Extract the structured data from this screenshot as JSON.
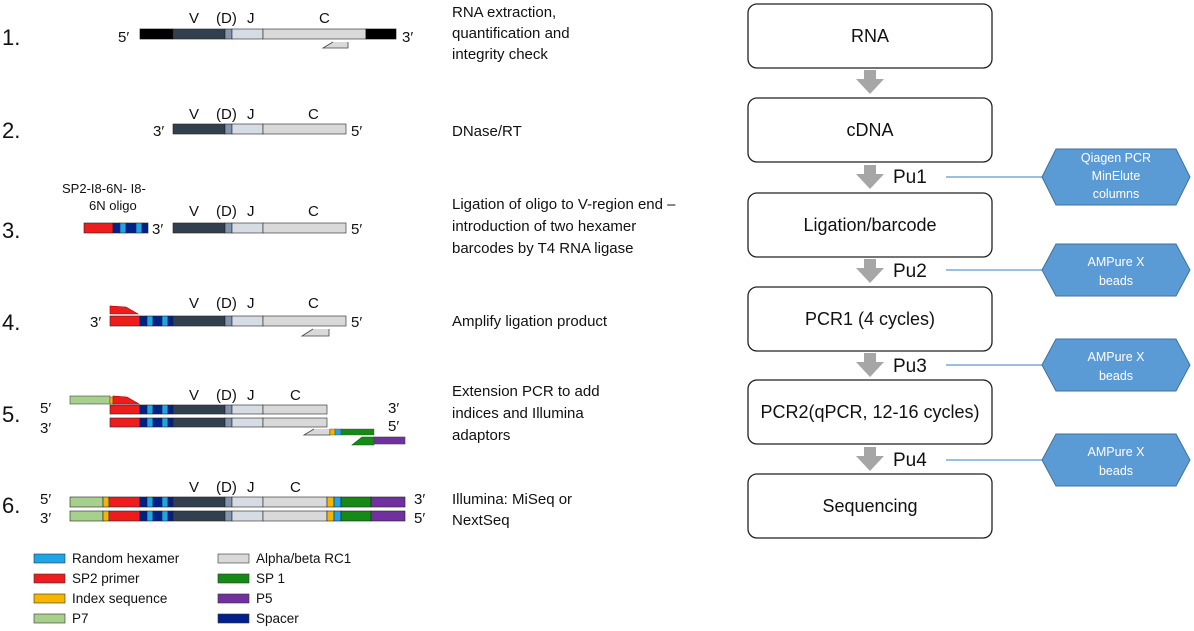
{
  "steps": [
    {
      "num": "1.",
      "desc": [
        "RNA extraction,",
        "quantification and",
        "integrity check"
      ]
    },
    {
      "num": "2.",
      "desc": [
        "DNase/RT"
      ]
    },
    {
      "num": "3.",
      "desc": [
        "Ligation of oligo to V-region end –",
        "introduction of two hexamer",
        "barcodes by T4 RNA ligase"
      ]
    },
    {
      "num": "4.",
      "desc": [
        "Amplify ligation product"
      ]
    },
    {
      "num": "5.",
      "desc": [
        "Extension PCR to add",
        "indices and Illumina",
        "adaptors"
      ]
    },
    {
      "num": "6.",
      "desc": [
        "Illumina: MiSeq or",
        "NextSeq"
      ]
    }
  ],
  "segment_labels": {
    "v": "V",
    "d": "(D)",
    "j": "J",
    "c": "C"
  },
  "ends": {
    "five": "5′",
    "three": "3′"
  },
  "oligo_label": [
    "SP2-I8-6N- I8-",
    "6N oligo"
  ],
  "flow_boxes": [
    "RNA",
    "cDNA",
    "Ligation/barcode",
    "PCR1 (4 cycles)",
    "PCR2(qPCR, 12-16 cycles)",
    "Sequencing"
  ],
  "purifications": [
    "Pu1",
    "Pu2",
    "Pu3",
    "Pu4"
  ],
  "purification_methods": [
    [
      "Qiagen  PCR",
      "MinElute",
      "columns"
    ],
    [
      "AMPure X",
      "beads"
    ],
    [
      "AMPure X",
      "beads"
    ],
    [
      "AMPure X",
      "beads"
    ]
  ],
  "legend": {
    "left": [
      {
        "label": "Random hexamer",
        "color": "#1ea5e6"
      },
      {
        "label": "SP2 primer",
        "color": "#ee1c1c"
      },
      {
        "label": "Index sequence",
        "color": "#f7b500"
      },
      {
        "label": "P7",
        "color": "#a8d08d"
      }
    ],
    "right": [
      {
        "label": "Alpha/beta RC1",
        "color": "#d9d9d9"
      },
      {
        "label": "SP 1",
        "color": "#158a17"
      },
      {
        "label": "P5",
        "color": "#7030a0"
      },
      {
        "label": "Spacer",
        "color": "#00208c"
      }
    ]
  },
  "colors": {
    "v_region": "#323f4f",
    "d_region": "#8496b0",
    "j_region": "#d6dce4",
    "c_region": "#d9d9d9",
    "utr": "#000000",
    "hexagon": "#5b9bd5",
    "connector": "#5b9bd5",
    "arrow": "#a6a6a6"
  }
}
